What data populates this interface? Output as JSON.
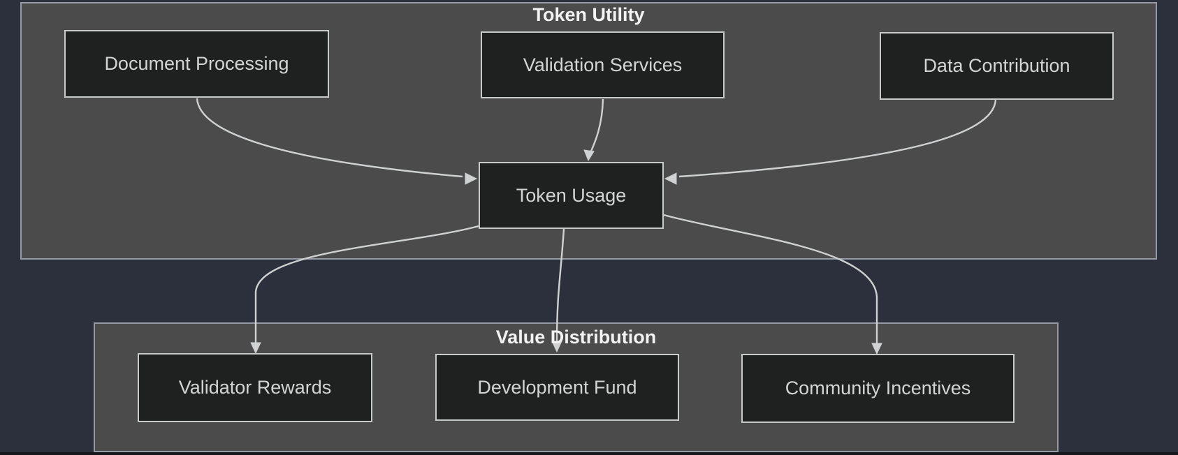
{
  "diagram": {
    "type": "flowchart",
    "clusters": [
      {
        "id": "token-utility",
        "label": "Token Utility"
      },
      {
        "id": "value-distribution",
        "label": "Value Distribution"
      }
    ],
    "nodes": [
      {
        "id": "document-processing",
        "label": "Document Processing",
        "cluster": "token-utility"
      },
      {
        "id": "validation-services",
        "label": "Validation Services",
        "cluster": "token-utility"
      },
      {
        "id": "data-contribution",
        "label": "Data Contribution",
        "cluster": "token-utility"
      },
      {
        "id": "token-usage",
        "label": "Token Usage",
        "cluster": "token-utility"
      },
      {
        "id": "validator-rewards",
        "label": "Validator Rewards",
        "cluster": "value-distribution"
      },
      {
        "id": "development-fund",
        "label": "Development Fund",
        "cluster": "value-distribution"
      },
      {
        "id": "community-incentives",
        "label": "Community Incentives",
        "cluster": "value-distribution"
      }
    ],
    "edges": [
      {
        "from": "document-processing",
        "to": "token-usage"
      },
      {
        "from": "validation-services",
        "to": "token-usage"
      },
      {
        "from": "data-contribution",
        "to": "token-usage"
      },
      {
        "from": "token-usage",
        "to": "validator-rewards"
      },
      {
        "from": "token-usage",
        "to": "development-fund"
      },
      {
        "from": "token-usage",
        "to": "community-incentives"
      }
    ],
    "colors": {
      "page_background": "#2c303d",
      "cluster_fill": "#4a4b4a",
      "cluster_border": "#959aa4",
      "node_fill": "#1f2020",
      "node_border": "#c9cbcb",
      "node_text": "#d3d5d5",
      "title_text": "#f2f2f2",
      "edge": "#d0d1d3"
    }
  }
}
